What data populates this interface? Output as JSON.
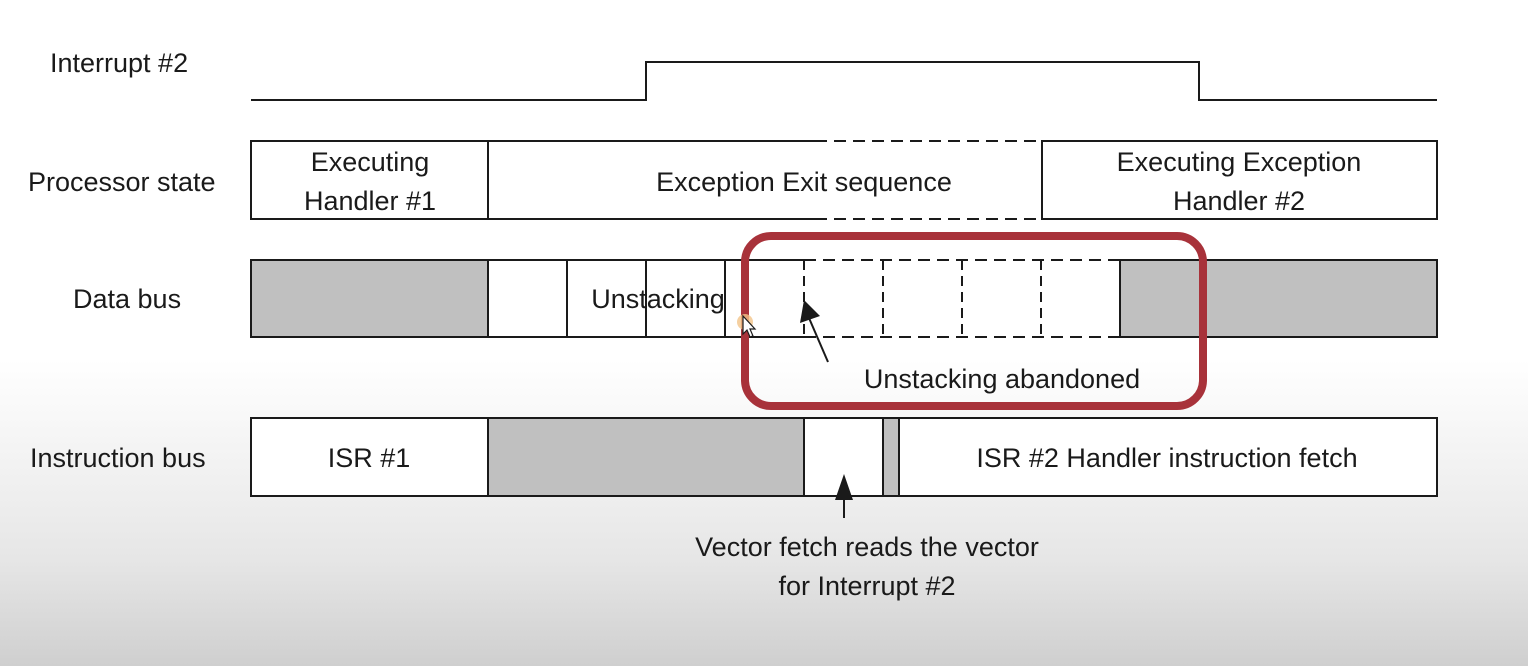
{
  "rows": {
    "interrupt": "Interrupt #2",
    "processor_state": "Processor state",
    "data_bus": "Data bus",
    "instruction_bus": "Instruction bus"
  },
  "processor_state": {
    "seg1_line1": "Executing",
    "seg1_line2": "Handler #1",
    "seg2": "Exception Exit sequence",
    "seg3_line1": "Executing Exception",
    "seg3_line2": "Handler #2"
  },
  "data_bus": {
    "unstacking": "Unstacking",
    "abandoned": "Unstacking abandoned"
  },
  "instruction_bus": {
    "isr1": "ISR #1",
    "isr2": "ISR #2 Handler instruction fetch"
  },
  "annotation": {
    "line1": "Vector fetch reads the vector",
    "line2": "for Interrupt #2"
  },
  "colors": {
    "gray_fill": "#c0c0c0",
    "line": "#1a1a1a",
    "highlight": "#a8323a"
  }
}
